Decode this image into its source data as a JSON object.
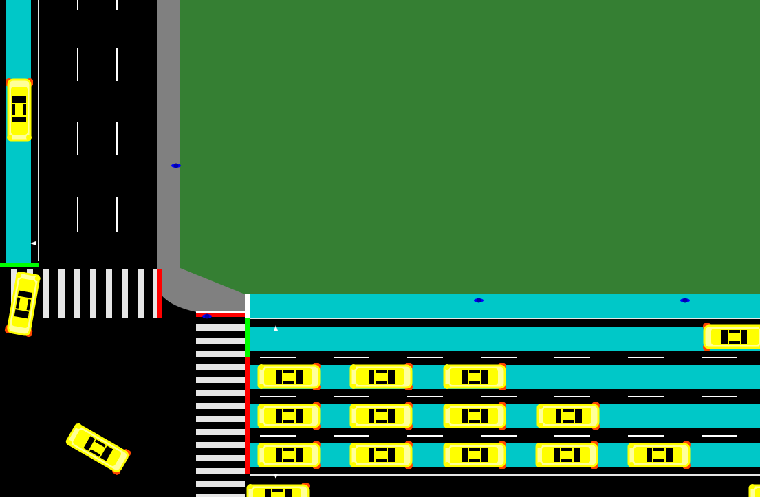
{
  "scene": {
    "colors": {
      "grass": "#357f33",
      "sidewalk": "#808080",
      "road": "#000000",
      "lane_highlight": "#00c8c8",
      "car_body": "#ffff00",
      "car_light": "#ffff99",
      "car_window": "#000000",
      "car_tail": "#ff4500",
      "pedestrian": "#0000ff",
      "signal_red": "#ff0000",
      "signal_green": "#00ff00",
      "marking": "#ffffff"
    },
    "signals": {
      "north_approach": "green",
      "east_approach_lane_1": "green",
      "east_approach_lanes_2_4": "red",
      "west_crosswalk": "red"
    },
    "queues": {
      "lane_2_cars": 3,
      "lane_3_cars": 4,
      "lane_4_cars": 5
    },
    "pedestrian_count": 4,
    "icons": [
      "car-icon",
      "pedestrian-icon"
    ]
  }
}
